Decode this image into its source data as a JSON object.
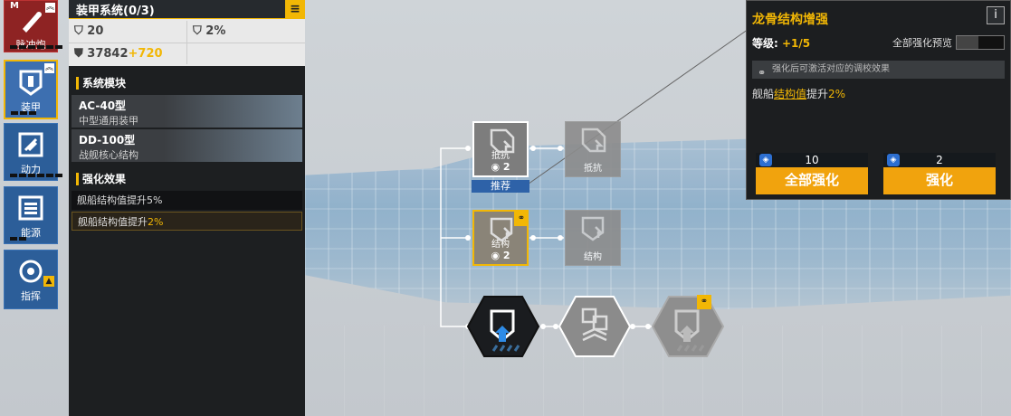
{
  "nav": {
    "items": [
      {
        "label": "脉冲炮",
        "badge": "M"
      },
      {
        "label": "装甲"
      },
      {
        "label": "动力"
      },
      {
        "label": "能源"
      },
      {
        "label": "指挥"
      }
    ]
  },
  "panel": {
    "title": "装甲系统(0/3)",
    "stats": {
      "s1": "20",
      "s2": "2%",
      "s3": "37842",
      "s3_plus": "+720"
    },
    "modules_title": "系统模块",
    "modules": [
      {
        "name": "AC-40型",
        "desc": "中型通用装甲"
      },
      {
        "name": "DD-100型",
        "desc": "战舰核心结构"
      }
    ],
    "effects_title": "强化效果",
    "effects": [
      {
        "text": "舰船结构值提升5%"
      },
      {
        "prefix": "舰船结构值提升",
        "value": "2%"
      }
    ]
  },
  "popup": {
    "title": "龙骨结构增强",
    "info": "i",
    "level_label": "等级:",
    "level_value": "+1/5",
    "preview_label": "全部强化预览",
    "notice": "强化后可激活对应的调校效果",
    "desc_prefix": "舰船",
    "desc_link": "结构值",
    "desc_mid": "提升",
    "desc_value": "2%",
    "btn_all": {
      "cost": "10",
      "label": "全部强化"
    },
    "btn_one": {
      "cost": "2",
      "label": "强化"
    }
  },
  "tree": {
    "n1": {
      "label": "抵抗",
      "cost": "2"
    },
    "recommend": "推荐",
    "n2": {
      "label": "抵抗"
    },
    "n3": {
      "label": "结构",
      "cost": "2"
    },
    "n4": {
      "label": "结构"
    }
  },
  "colors": {
    "accent": "#f2b705",
    "blue": "#2e62a8"
  }
}
